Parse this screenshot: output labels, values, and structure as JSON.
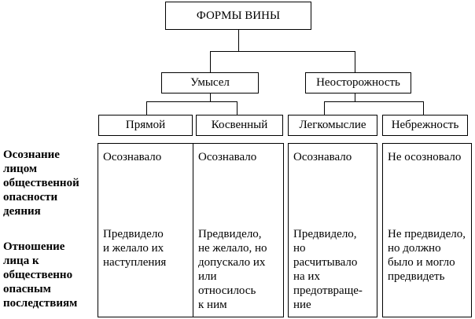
{
  "title": "ФОРМЫ ВИНЫ",
  "groups": [
    {
      "label": "Умысел"
    },
    {
      "label": "Неосторожность"
    }
  ],
  "kinds": [
    {
      "label": "Прямой",
      "awareness": "Осознавало",
      "attitude": "Предвидело\nи желало их\nнаступления"
    },
    {
      "label": "Косвенный",
      "awareness": "Осознавало",
      "attitude": "Предвидело,\nне желало, но\nдопускало их\nили\nотносилось\nк ним"
    },
    {
      "label": "Легкомыслие",
      "awareness": "Осознавало",
      "attitude": "Предвидело,\nно\nрасчитывало\nна их\nпредотвраще-\nние"
    },
    {
      "label": "Небрежность",
      "awareness": "Не осозновало",
      "attitude": "Не предвидело,\nно должно\nбыло и могло\nпредвидеть"
    }
  ],
  "rows": {
    "awareness_label": "Осознание\nлицом\nобщественной\nопасности\nдеяния",
    "attitude_label": "Отношение\nлица к\nобщественно\nопасным\nпоследствиям"
  }
}
